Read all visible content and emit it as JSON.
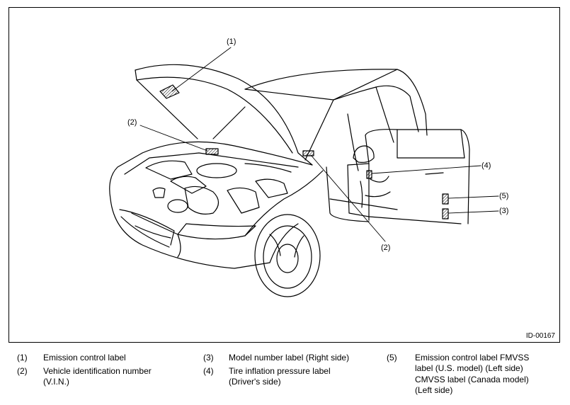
{
  "figure_id": "ID-00167",
  "callouts": {
    "c1": "(1)",
    "c2a": "(2)",
    "c2b": "(2)",
    "c3": "(3)",
    "c4": "(4)",
    "c5": "(5)"
  },
  "legend": [
    {
      "num": "(1)",
      "lines": [
        "Emission control label"
      ]
    },
    {
      "num": "(2)",
      "lines": [
        "Vehicle identification number",
        "(V.I.N.)"
      ]
    },
    {
      "num": "(3)",
      "lines": [
        "Model number label (Right side)"
      ]
    },
    {
      "num": "(4)",
      "lines": [
        "Tire inflation pressure label",
        "(Driver's side)"
      ]
    },
    {
      "num": "(5)",
      "lines": [
        "Emission control label FMVSS",
        "label (U.S. model) (Left side)",
        "CMVSS label (Canada model)",
        "(Left side)"
      ]
    }
  ]
}
